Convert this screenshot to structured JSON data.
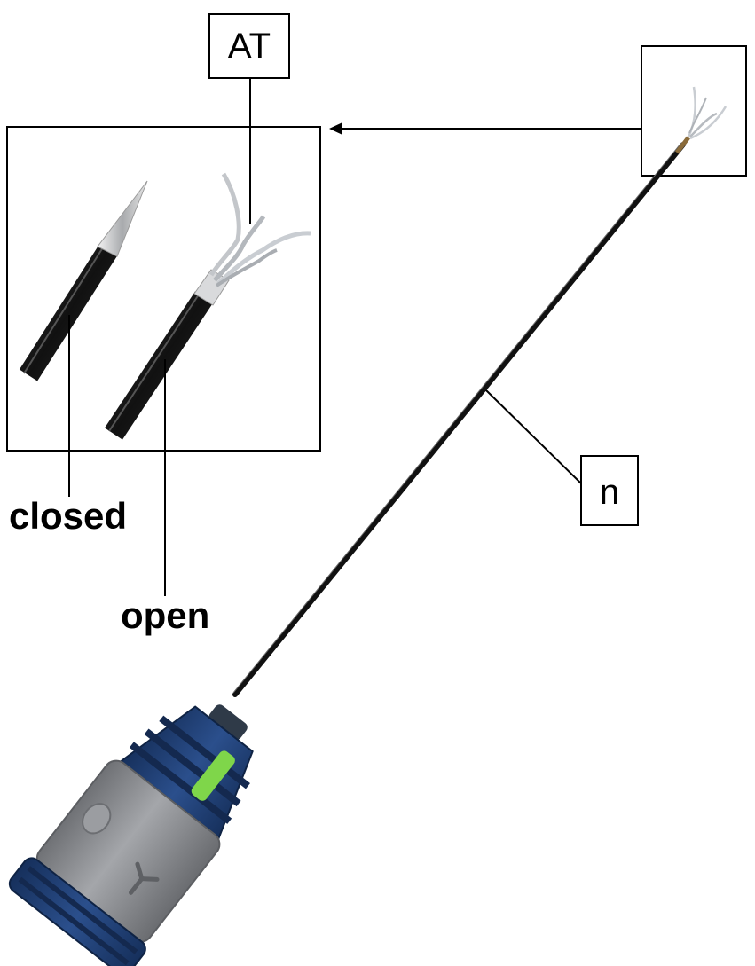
{
  "labels": {
    "at": "AT",
    "n": "n",
    "closed": "closed",
    "open": "open"
  },
  "colors": {
    "outline": "#000000",
    "device_blue": "#1f3f78",
    "device_blue_dark": "#152d57",
    "device_gray": "#8d8f93",
    "indicator_green": "#7fd64a",
    "shaft": "#1b1b1b",
    "wire": "#c9cdd2"
  },
  "icons": {
    "magnify_arrow": "arrow-left-icon",
    "three_arm_mark": "y-mark-icon"
  }
}
